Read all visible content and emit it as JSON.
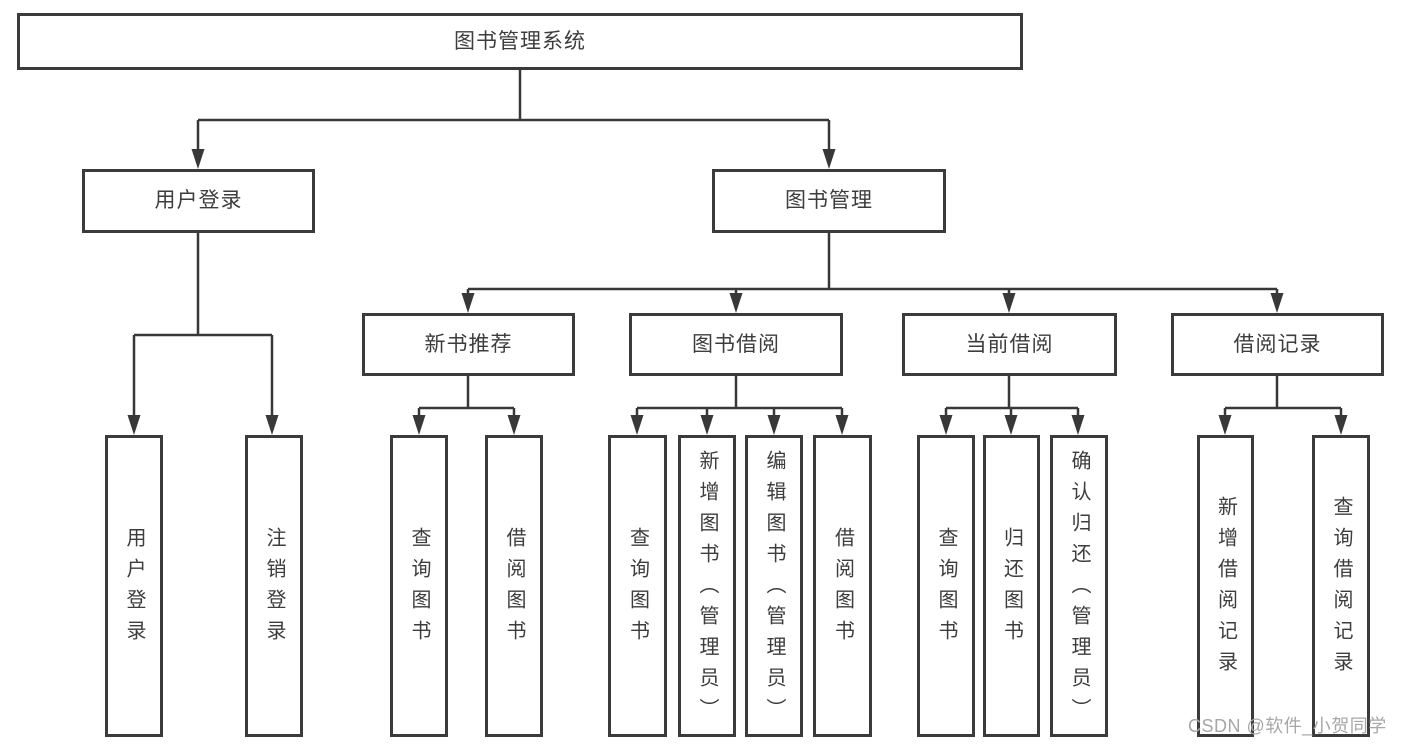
{
  "diagram": {
    "title": "图书管理系统",
    "children": [
      {
        "label": "用户登录",
        "children": [
          {
            "label": "用户登录"
          },
          {
            "label": "注销登录"
          }
        ]
      },
      {
        "label": "图书管理",
        "children": [
          {
            "label": "新书推荐",
            "children": [
              {
                "label": "查询图书"
              },
              {
                "label": "借阅图书"
              }
            ]
          },
          {
            "label": "图书借阅",
            "children": [
              {
                "label": "查询图书"
              },
              {
                "label": "新增图书（管理员）"
              },
              {
                "label": "编辑图书（管理员）"
              },
              {
                "label": "借阅图书"
              }
            ]
          },
          {
            "label": "当前借阅",
            "children": [
              {
                "label": "查询图书"
              },
              {
                "label": "归还图书"
              },
              {
                "label": "确认归还（管理员）"
              }
            ]
          },
          {
            "label": "借阅记录",
            "children": [
              {
                "label": "新增借阅记录"
              },
              {
                "label": "查询借阅记录"
              }
            ]
          }
        ]
      }
    ]
  },
  "watermark": {
    "text": "CSDN @软件_小贺同学"
  },
  "colors": {
    "line": "#383838",
    "box_border": "#3b3b3b",
    "text": "#3d3d3d",
    "watermark": "#a7a7a9",
    "background": "#ffffff"
  }
}
